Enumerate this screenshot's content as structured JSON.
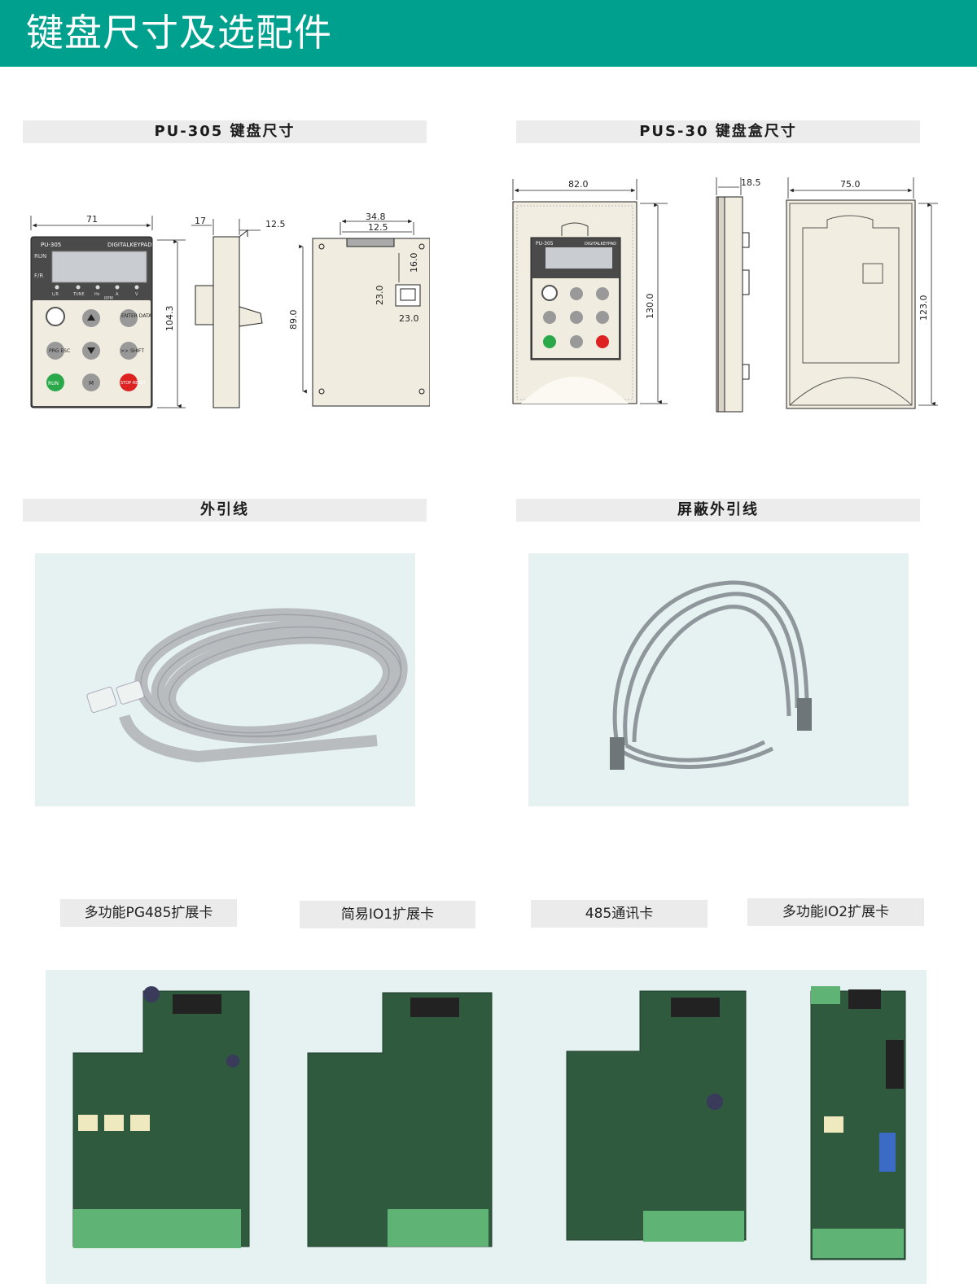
{
  "page": {
    "title": "键盘尺寸及选配件",
    "accent_color": "#00a08f"
  },
  "sections": {
    "keypad_dims": "PU-305 键盘尺寸",
    "keypad_box_dims": "PUS-30 键盘盒尺寸",
    "ext_cable": "外引线",
    "shielded_cable": "屏蔽外引线"
  },
  "pu305": {
    "brand": "PU-305",
    "subtitle": "DIGITALKEYPAD",
    "indicator_run": "RUN",
    "indicator_fr": "F/R",
    "leds": [
      "L/R",
      "TUNE",
      "Hz",
      "A",
      "V"
    ],
    "rpm": "RPM",
    "pct": "%",
    "keys": {
      "enter": "ENTER DATA",
      "prg": "PRG ESC",
      "shift": ">> SHIFT",
      "run": "RUN",
      "m": "M",
      "stop": "STOP RESET"
    },
    "dims": {
      "width": "71",
      "height": "104.3",
      "depth": "17",
      "depth2": "12.5",
      "back_width": "34.8",
      "back_slot": "12.5",
      "back_height": "89.0",
      "port_top": "16.0",
      "port_h": "23.0",
      "port_w": "23.0"
    }
  },
  "pus30": {
    "brand": "PU-305",
    "subtitle": "DIGITALKEYPAD",
    "dims": {
      "width": "82.0",
      "height": "130.0",
      "depth": "18.5",
      "back_width": "75.0",
      "back_height": "123.0"
    }
  },
  "cards": [
    "多功能PG485扩展卡",
    "简易IO1扩展卡",
    "485通讯卡",
    "多功能IO2扩展卡"
  ],
  "icons": {
    "cable_flat": "flat-ribbon-cable-icon",
    "cable_shielded": "shielded-cable-icon",
    "pcb": "circuit-board-icon"
  }
}
